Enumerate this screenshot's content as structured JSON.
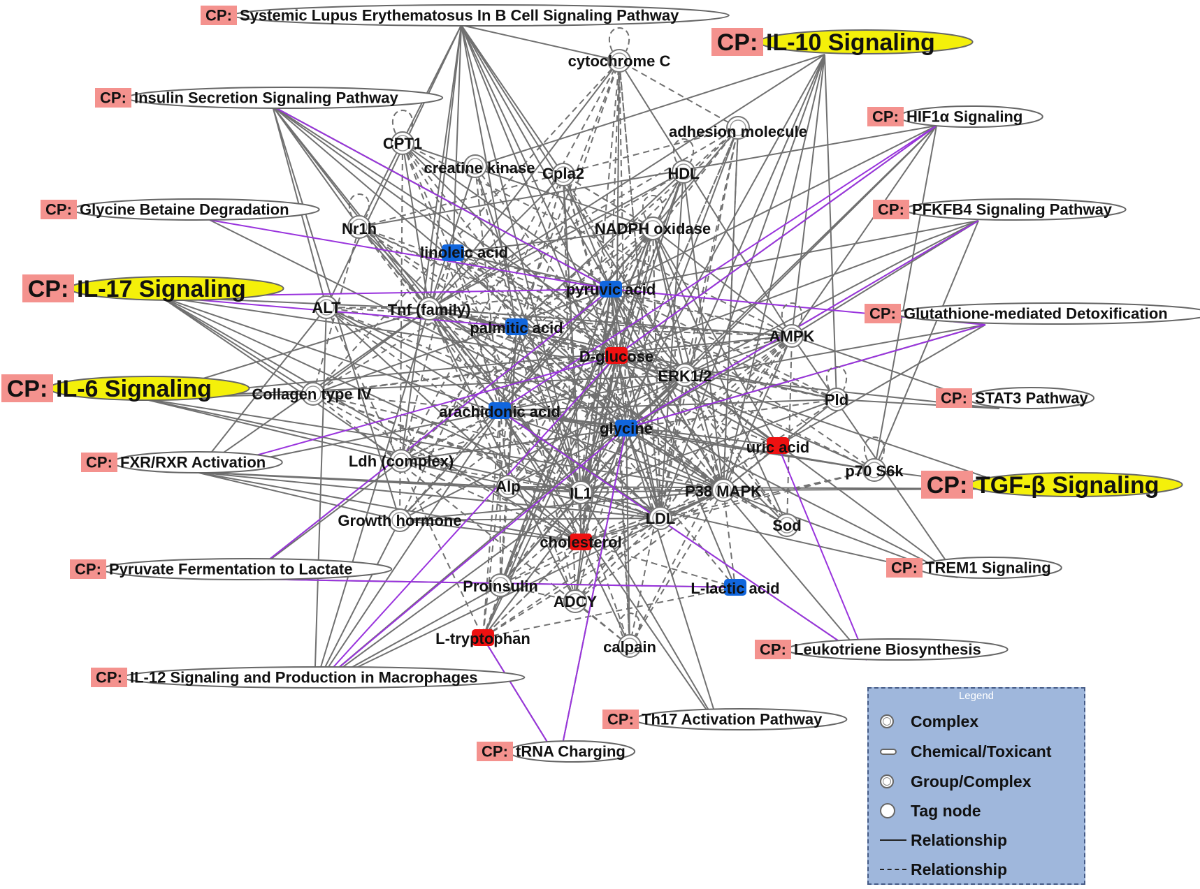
{
  "colors": {
    "cp_box": "#f4928e",
    "highlight_yellow": "#f4f00a",
    "chem_blue": "#1166dd",
    "chem_red": "#ee1111",
    "edge_gray": "#707070",
    "edge_purple": "#9933dd",
    "legend_bg": "#9fb7dc"
  },
  "pathways": [
    {
      "id": "sle",
      "prefix": "CP:",
      "label": "Systemic Lupus Erythematosus In B Cell Signaling Pathway",
      "highlight": false,
      "big": false
    },
    {
      "id": "il10",
      "prefix": "CP:",
      "label": "IL-10 Signaling",
      "highlight": true,
      "big": true
    },
    {
      "id": "insulin",
      "prefix": "CP:",
      "label": "Insulin Secretion Signaling Pathway",
      "highlight": false,
      "big": false
    },
    {
      "id": "hif1a",
      "prefix": "CP:",
      "label": "HIF1α Signaling",
      "highlight": false,
      "big": false
    },
    {
      "id": "glycine_betaine",
      "prefix": "CP:",
      "label": "Glycine Betaine Degradation",
      "highlight": false,
      "big": false
    },
    {
      "id": "pfkfb4",
      "prefix": "CP:",
      "label": "PFKFB4 Signaling Pathway",
      "highlight": false,
      "big": false
    },
    {
      "id": "il17",
      "prefix": "CP:",
      "label": "IL-17 Signaling",
      "highlight": true,
      "big": true
    },
    {
      "id": "glutathione",
      "prefix": "CP:",
      "label": "Glutathione-mediated Detoxification",
      "highlight": false,
      "big": false
    },
    {
      "id": "il6",
      "prefix": "CP:",
      "label": "IL-6 Signaling",
      "highlight": true,
      "big": true
    },
    {
      "id": "stat3",
      "prefix": "CP:",
      "label": "STAT3 Pathway",
      "highlight": false,
      "big": false
    },
    {
      "id": "fxr",
      "prefix": "CP:",
      "label": "FXR/RXR Activation",
      "highlight": false,
      "big": false
    },
    {
      "id": "tgfb",
      "prefix": "CP:",
      "label": "TGF-β Signaling",
      "highlight": true,
      "big": true
    },
    {
      "id": "pyruvate",
      "prefix": "CP:",
      "label": "Pyruvate Fermentation to Lactate",
      "highlight": false,
      "big": false
    },
    {
      "id": "trem1",
      "prefix": "CP:",
      "label": "TREM1 Signaling",
      "highlight": false,
      "big": false
    },
    {
      "id": "leukotriene",
      "prefix": "CP:",
      "label": "Leukotriene Biosynthesis",
      "highlight": false,
      "big": false
    },
    {
      "id": "il12",
      "prefix": "CP:",
      "label": "IL-12 Signaling and Production in Macrophages",
      "highlight": false,
      "big": false
    },
    {
      "id": "th17",
      "prefix": "CP:",
      "label": "Th17 Activation Pathway",
      "highlight": false,
      "big": false
    },
    {
      "id": "trna",
      "prefix": "CP:",
      "label": "tRNA Charging",
      "highlight": false,
      "big": false
    }
  ],
  "molecules": [
    {
      "id": "cytc",
      "label": "cytochrome C",
      "type": "complex",
      "self_loop": true
    },
    {
      "id": "cpt1",
      "label": "CPT1",
      "type": "complex",
      "self_loop": true
    },
    {
      "id": "ck",
      "label": "creatine kinase",
      "type": "complex",
      "self_loop": false
    },
    {
      "id": "cpla2",
      "label": "Cpla2",
      "type": "complex",
      "self_loop": false
    },
    {
      "id": "adhesion",
      "label": "adhesion molecule",
      "type": "complex",
      "self_loop": false
    },
    {
      "id": "hdl",
      "label": "HDL",
      "type": "complex",
      "self_loop": true
    },
    {
      "id": "nr1h",
      "label": "Nr1h",
      "type": "complex",
      "self_loop": true
    },
    {
      "id": "nadph",
      "label": "NADPH oxidase",
      "type": "complex",
      "self_loop": true
    },
    {
      "id": "linoleic",
      "label": "linoleic acid",
      "type": "chemical",
      "color": "blue"
    },
    {
      "id": "pyruvic",
      "label": "pyruvic acid",
      "type": "chemical",
      "color": "blue"
    },
    {
      "id": "alt",
      "label": "ALT",
      "type": "complex",
      "self_loop": false
    },
    {
      "id": "tnf",
      "label": "Tnf (family)",
      "type": "complex",
      "self_loop": false
    },
    {
      "id": "palmitic",
      "label": "palmitic acid",
      "type": "chemical",
      "color": "blue"
    },
    {
      "id": "ampk",
      "label": "AMPK",
      "type": "complex",
      "self_loop": true
    },
    {
      "id": "dglucose",
      "label": "D-glucose",
      "type": "chemical",
      "color": "red"
    },
    {
      "id": "erk",
      "label": "ERK1/2",
      "type": "complex",
      "self_loop": true
    },
    {
      "id": "collagen",
      "label": "Collagen type IV",
      "type": "complex",
      "self_loop": false
    },
    {
      "id": "pld",
      "label": "Pld",
      "type": "complex",
      "self_loop": true
    },
    {
      "id": "arachidonic",
      "label": "arachidonic acid",
      "type": "chemical",
      "color": "blue"
    },
    {
      "id": "glycine",
      "label": "glycine",
      "type": "chemical",
      "color": "blue"
    },
    {
      "id": "uric",
      "label": "uric acid",
      "type": "chemical",
      "color": "red"
    },
    {
      "id": "ldh",
      "label": "Ldh (complex)",
      "type": "complex",
      "self_loop": true
    },
    {
      "id": "p70",
      "label": "p70 S6k",
      "type": "complex",
      "self_loop": true
    },
    {
      "id": "alp",
      "label": "Alp",
      "type": "complex",
      "self_loop": false
    },
    {
      "id": "il1",
      "label": "IL1",
      "type": "complex",
      "self_loop": true
    },
    {
      "id": "p38",
      "label": "P38 MAPK",
      "type": "complex",
      "self_loop": true
    },
    {
      "id": "growth",
      "label": "Growth hormone",
      "type": "complex",
      "self_loop": false
    },
    {
      "id": "ldl",
      "label": "LDL",
      "type": "complex",
      "self_loop": true
    },
    {
      "id": "sod",
      "label": "Sod",
      "type": "complex",
      "self_loop": false
    },
    {
      "id": "cholesterol",
      "label": "cholesterol",
      "type": "chemical",
      "color": "red"
    },
    {
      "id": "proinsulin",
      "label": "Proinsulin",
      "type": "complex",
      "self_loop": false
    },
    {
      "id": "llactic",
      "label": "L-lactic acid",
      "type": "chemical",
      "color": "blue"
    },
    {
      "id": "adcy",
      "label": "ADCY",
      "type": "complex",
      "self_loop": false
    },
    {
      "id": "ltryp",
      "label": "L-tryptophan",
      "type": "chemical",
      "color": "red"
    },
    {
      "id": "calpain",
      "label": "calpain",
      "type": "complex",
      "self_loop": true
    }
  ],
  "legend": {
    "title": "Legend",
    "items": [
      {
        "symbol": "complex-icon",
        "label": "Complex"
      },
      {
        "symbol": "chemical-icon",
        "label": "Chemical/Toxicant"
      },
      {
        "symbol": "group-complex-icon",
        "label": "Group/Complex"
      },
      {
        "symbol": "tag-node-icon",
        "label": "Tag node"
      },
      {
        "symbol": "solid-line-icon",
        "label": "Relationship"
      },
      {
        "symbol": "dashed-line-icon",
        "label": "Relationship"
      }
    ]
  }
}
